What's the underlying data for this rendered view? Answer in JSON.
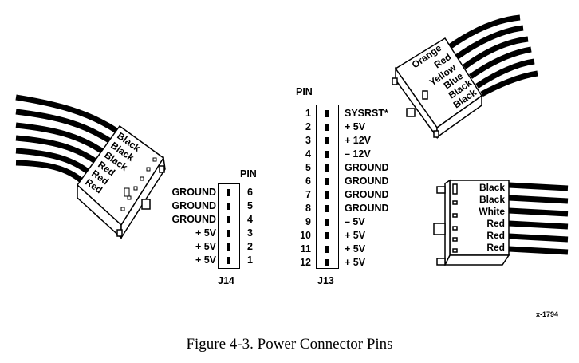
{
  "figure": {
    "caption": "Figure 4-3.  Power Connector Pins",
    "figure_number": "x-1794"
  },
  "j14": {
    "label": "J14",
    "pin_header": "PIN",
    "pins": [
      {
        "number": "6",
        "signal": "GROUND"
      },
      {
        "number": "5",
        "signal": "GROUND"
      },
      {
        "number": "4",
        "signal": "GROUND"
      },
      {
        "number": "3",
        "signal": "+ 5V"
      },
      {
        "number": "2",
        "signal": "+ 5V"
      },
      {
        "number": "1",
        "signal": "+ 5V"
      }
    ]
  },
  "j13": {
    "label": "J13",
    "pin_header": "PIN",
    "pins": [
      {
        "number": "1",
        "signal": "SYSRST*"
      },
      {
        "number": "2",
        "signal": "+ 5V"
      },
      {
        "number": "3",
        "signal": "+ 12V"
      },
      {
        "number": "4",
        "signal": "– 12V"
      },
      {
        "number": "5",
        "signal": "GROUND"
      },
      {
        "number": "6",
        "signal": "GROUND"
      },
      {
        "number": "7",
        "signal": "GROUND"
      },
      {
        "number": "8",
        "signal": "GROUND"
      },
      {
        "number": "9",
        "signal": "– 5V"
      },
      {
        "number": "10",
        "signal": "+ 5V"
      },
      {
        "number": "11",
        "signal": "+ 5V"
      },
      {
        "number": "12",
        "signal": "+ 5V"
      }
    ]
  },
  "connectors": {
    "left_plug": {
      "wires": [
        "Black",
        "Black",
        "Black",
        "Red",
        "Red",
        "Red"
      ]
    },
    "upper_right_plug": {
      "wires": [
        "Orange",
        "Red",
        "Yellow",
        "Blue",
        "Black",
        "Black"
      ]
    },
    "lower_right_plug": {
      "wires": [
        "Black",
        "Black",
        "White",
        "Red",
        "Red",
        "Red"
      ]
    }
  }
}
